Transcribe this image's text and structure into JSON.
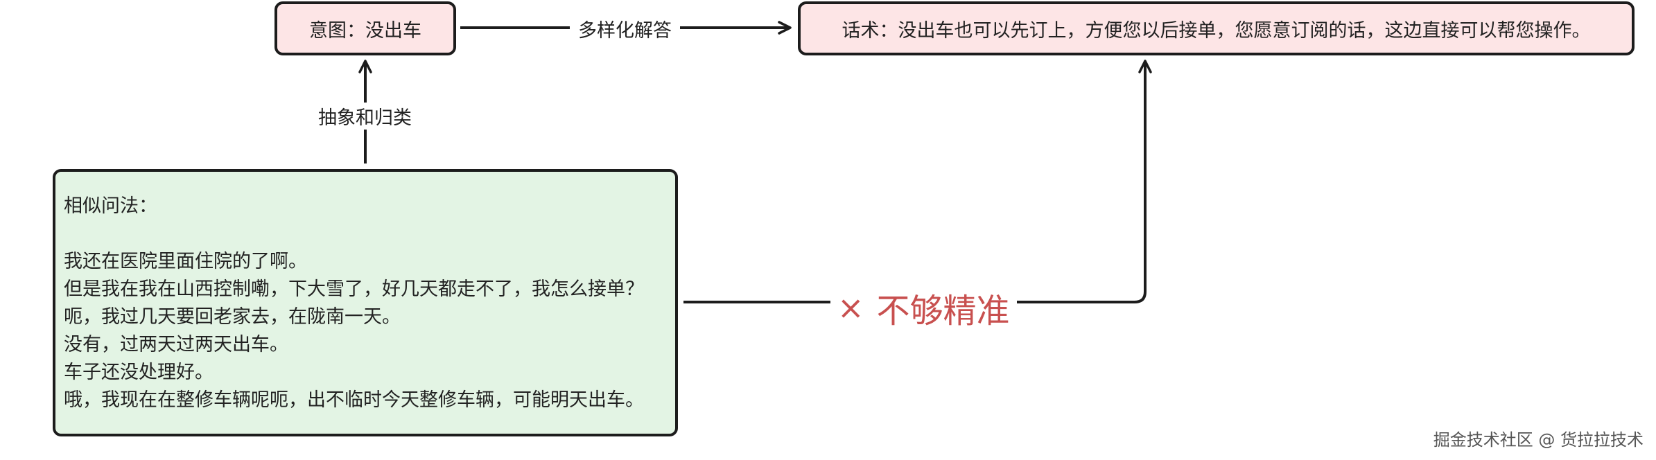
{
  "nodes": {
    "intent": "意图：没出车",
    "script": "话术：没出车也可以先订上，方便您以后接单，您愿意订阅的话，这边直接可以帮您操作。",
    "similar_title": "相似问法：",
    "similar_lines": [
      "我还在医院里面住院的了啊。",
      "但是我在我在山西控制嘞，下大雪了，好几天都走不了，我怎么接单？",
      "呃，我过几天要回老家去，在陇南一天。",
      "没有，过两天过两天出车。",
      "车子还没处理好。",
      "哦，我现在在整修车辆呢呃，出不临时今天整修车辆，可能明天出车。"
    ]
  },
  "edges": {
    "diverse": "多样化解答",
    "abstract": "抽象和归类",
    "imprecise_mark": "×",
    "imprecise": "不够精准"
  },
  "watermark": "掘金技术社区 @ 货拉拉技术",
  "colors": {
    "pink_fill": "#fde5e6",
    "green_fill": "#e3f4e4",
    "imprecise_text": "#c8504f",
    "border": "#1c1c1c"
  }
}
